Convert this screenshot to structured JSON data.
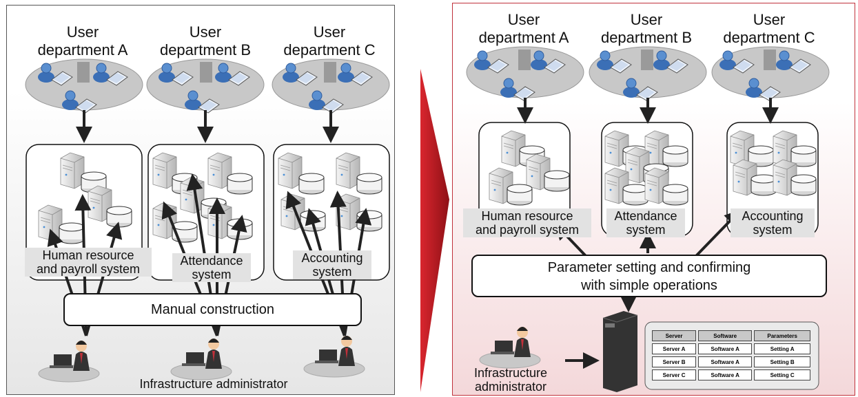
{
  "left": {
    "departments": [
      "User\ndepartment A",
      "User\ndepartment B",
      "User\ndepartment C"
    ],
    "systems": [
      "Human resource\nand payroll system",
      "Attendance\nsystem",
      "Accounting\nsystem"
    ],
    "bar_text": "Manual construction",
    "admin_label": "Infrastructure administrator"
  },
  "right": {
    "departments": [
      "User\ndepartment A",
      "User\ndepartment B",
      "User\ndepartment C"
    ],
    "systems": [
      "Human resource\nand payroll system",
      "Attendance\nsystem",
      "Accounting\nsystem"
    ],
    "bar_text": "Parameter setting and confirming\nwith simple operations",
    "admin_label": "Infrastructure\nadministrator",
    "table": {
      "headers": [
        "Server",
        "Software",
        "Parameters"
      ],
      "rows": [
        [
          "Server A",
          "Software A",
          "Setting A"
        ],
        [
          "Server B",
          "Software A",
          "Setting B"
        ],
        [
          "Server C",
          "Software A",
          "Setting C"
        ]
      ]
    }
  },
  "colors": {
    "accent_red": "#c0303a",
    "user_blue": "#3b6fb6",
    "cloud_gray": "#c8c8c8"
  }
}
